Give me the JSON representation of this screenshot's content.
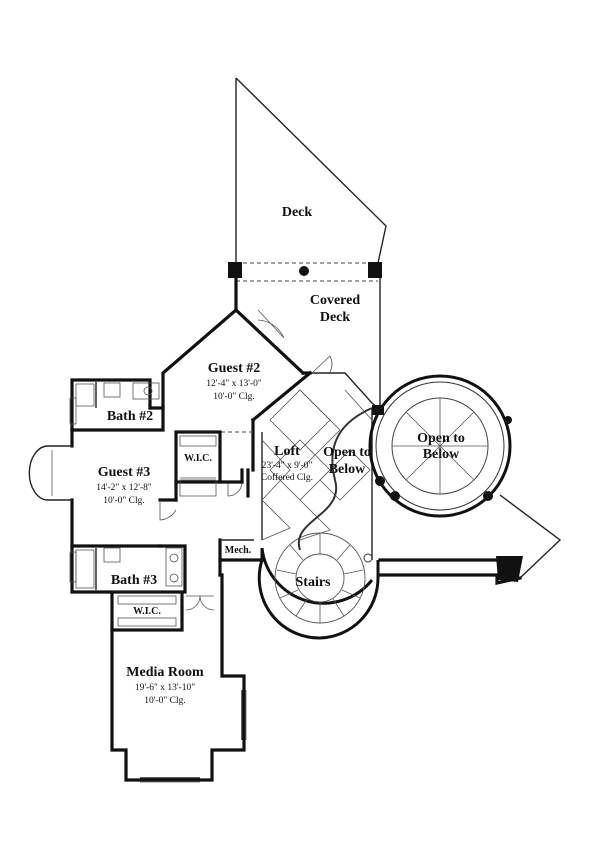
{
  "rooms": {
    "deck": {
      "name": "Deck"
    },
    "covered_deck": {
      "name_line1": "Covered",
      "name_line2": "Deck"
    },
    "guest2": {
      "name": "Guest #2",
      "size": "12'-4\" x 13'-0\"",
      "ceiling": "10'-0\" Clg."
    },
    "bath2": {
      "name": "Bath #2"
    },
    "wic_upper": {
      "name": "W.I.C."
    },
    "guest3": {
      "name": "Guest #3",
      "size": "14'-2\" x 12'-8\"",
      "ceiling": "10'-0\" Clg."
    },
    "loft": {
      "name": "Loft",
      "size": "23'-4\" x 9'-0\"",
      "ceiling": "Coffered Clg."
    },
    "open_below_left": {
      "line1": "Open to",
      "line2": "Below"
    },
    "open_below_right": {
      "line1": "Open to",
      "line2": "Below"
    },
    "mech": {
      "name": "Mech."
    },
    "stairs": {
      "name": "Stairs"
    },
    "bath3": {
      "name": "Bath #3"
    },
    "wic_lower": {
      "name": "W.I.C."
    },
    "media": {
      "name": "Media Room",
      "size": "19'-6\" x 13'-10\"",
      "ceiling": "10'-0\" Clg."
    }
  }
}
